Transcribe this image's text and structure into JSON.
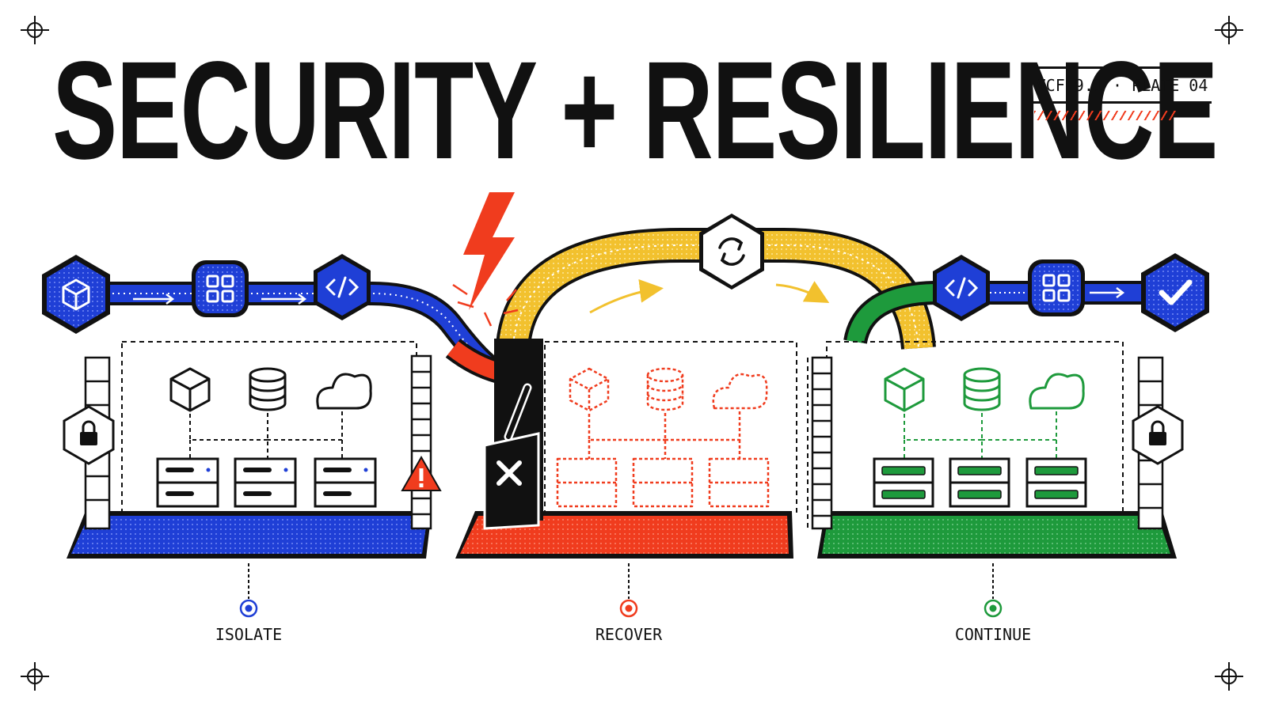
{
  "header": {
    "title": "SECURITY + RESILIENCE",
    "plate_label": "VCF 9.1 · PLATE 04"
  },
  "stages": [
    {
      "label": "ISOLATE",
      "color": "#1f3fd6"
    },
    {
      "label": "RECOVER",
      "color": "#f03c1e"
    },
    {
      "label": "CONTINUE",
      "color": "#1e9a3c"
    }
  ],
  "colors": {
    "ink": "#111111",
    "isolate": "#1f3fd6",
    "recover": "#f03c1e",
    "continue": "#1e9a3c",
    "bridge": "#f2c12e"
  },
  "icons": {
    "pipeline_left": [
      "cube-icon",
      "grid-icon",
      "code-icon"
    ],
    "pipeline_right": [
      "code-icon",
      "grid-icon",
      "checkmark-icon"
    ],
    "bridge_hub": "sync-icon",
    "workloads": [
      "cube-icon",
      "database-icon",
      "cloud-icon"
    ],
    "threat": "lightning-bolt-icon",
    "alert": "warning-icon",
    "lock": "lock-icon",
    "breaker": "close-icon"
  }
}
